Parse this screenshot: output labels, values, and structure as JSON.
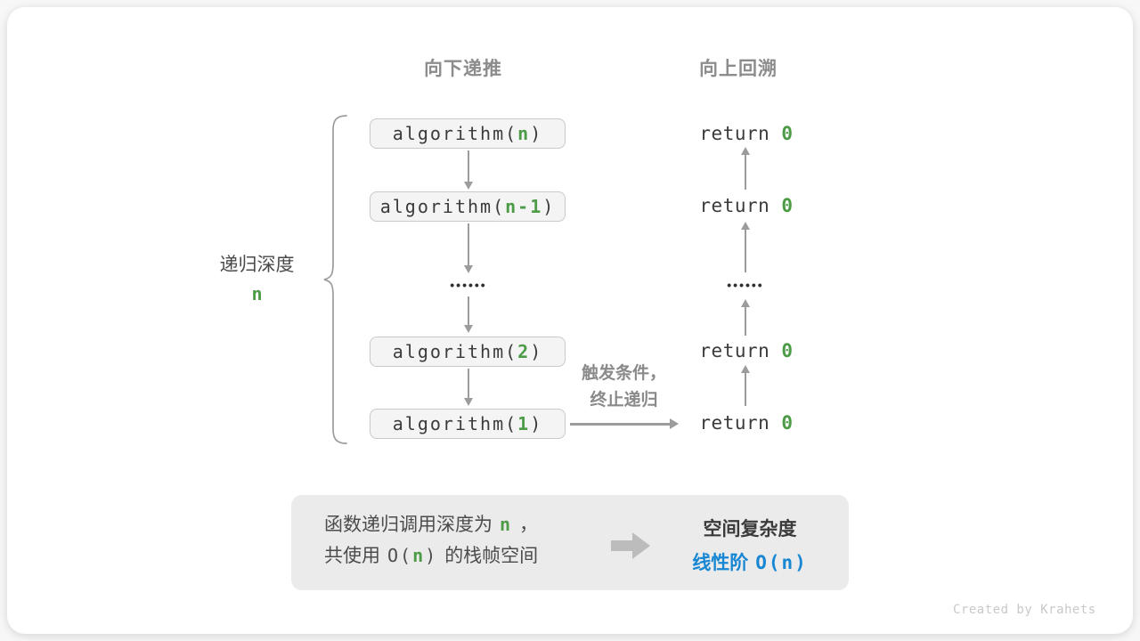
{
  "headers": {
    "down": "向下递推",
    "up": "向上回溯"
  },
  "depth": {
    "label": "递归深度",
    "value": "n"
  },
  "stack": {
    "boxes": [
      {
        "pre": "algorithm(",
        "arg": "n",
        "post": ")"
      },
      {
        "pre": "algorithm(",
        "arg": "n-1",
        "post": ")"
      },
      {
        "pre": "algorithm(",
        "arg": "2",
        "post": ")"
      },
      {
        "pre": "algorithm(",
        "arg": "1",
        "post": ")"
      }
    ],
    "dots": "••••••"
  },
  "returns": {
    "rows": [
      {
        "pre": "return ",
        "value": "0"
      },
      {
        "pre": "return ",
        "value": "0"
      },
      {
        "pre": "return ",
        "value": "0"
      },
      {
        "pre": "return ",
        "value": "0"
      }
    ],
    "dots": "••••••"
  },
  "trigger": {
    "line1": "触发条件，",
    "line2": "终止递归"
  },
  "summary": {
    "line1": {
      "pre": "函数递归调用深度为",
      "var": "n",
      "post": "，"
    },
    "line2": {
      "pre": "共使用",
      "code_open": "O(",
      "var": "n",
      "code_close": ")",
      "post": "的栈帧空间"
    },
    "result": {
      "title": "空间复杂度",
      "label": "线性阶",
      "code": "O(n)"
    }
  },
  "credit": "Created by Krahets",
  "colors": {
    "green": "#4d9b47",
    "blue": "#1787d3",
    "heading_gray": "#8c8c8c",
    "code_text": "#3b3b3b",
    "box_fill": "#f4f4f4",
    "box_border": "#c9c9c9",
    "summary_fill": "#ebebeb",
    "arrow_gray": "#9c9c9c"
  }
}
